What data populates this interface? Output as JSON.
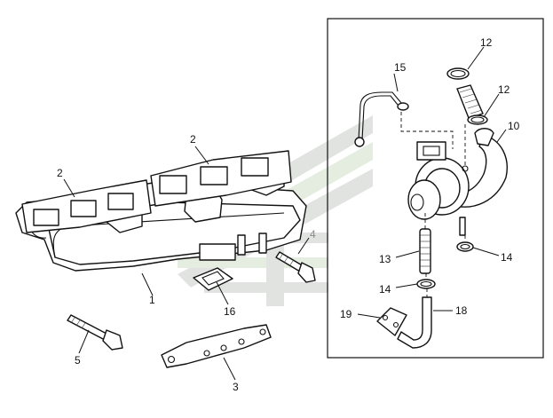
{
  "diagram": {
    "callouts": {
      "c1": "1",
      "c2a": "2",
      "c2b": "2",
      "c3": "3",
      "c4": "4",
      "c5": "5",
      "c10": "10",
      "c12a": "12",
      "c12b": "12",
      "c13": "13",
      "c14a": "14",
      "c14b": "14",
      "c15": "15",
      "c16": "16",
      "c18": "18",
      "c19": "19"
    },
    "colors": {
      "line": "#111111",
      "callout_gray": "#8a8a8a",
      "watermark_gray": "#c9cdc9",
      "watermark_green": "#cfe0c8"
    }
  }
}
